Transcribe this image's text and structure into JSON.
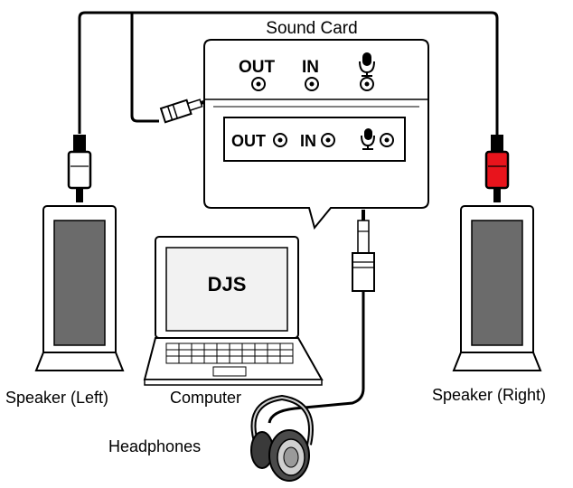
{
  "labels": {
    "sound_card": "Sound Card",
    "speaker_left": "Speaker (Left)",
    "speaker_right": "Speaker (Right)",
    "computer": "Computer",
    "headphones": "Headphones"
  },
  "sound_card_panel": {
    "out_label": "OUT",
    "in_label": "IN"
  },
  "sound_card_detail": {
    "out_label": "OUT",
    "in_label": "IN"
  },
  "laptop_screen_text": "DJS",
  "colors": {
    "cable": "#000000",
    "right_plug": "#e8141c",
    "left_plug": "#ffffff",
    "speaker_grille": "#6b6b6b",
    "laptop_screen": "#f2f2f2"
  },
  "icons": {
    "mic": "microphone-icon",
    "jack": "audio-jack-icon"
  }
}
